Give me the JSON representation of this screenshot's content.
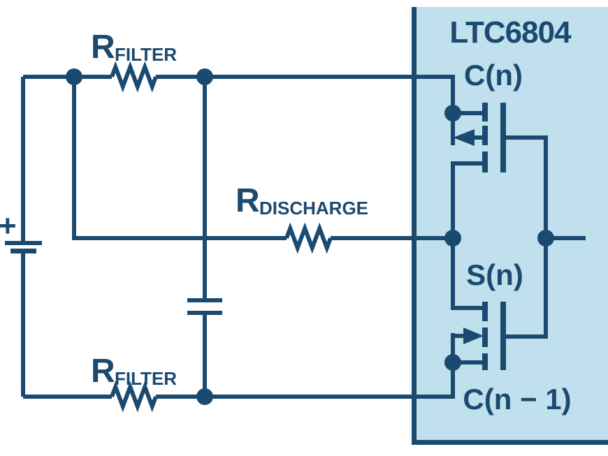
{
  "colors": {
    "line": "#1b4a70",
    "boxfill": "#bfe0ec"
  },
  "chip": {
    "name": "LTC6804"
  },
  "pins": {
    "top": "C(n)",
    "middle": "S(n)",
    "bottom": "C(n − 1)"
  },
  "components": {
    "r_symbol": "R",
    "filter_subscript": "FILTER",
    "discharge_subscript": "DISCHARGE",
    "battery_polarity": "+"
  }
}
